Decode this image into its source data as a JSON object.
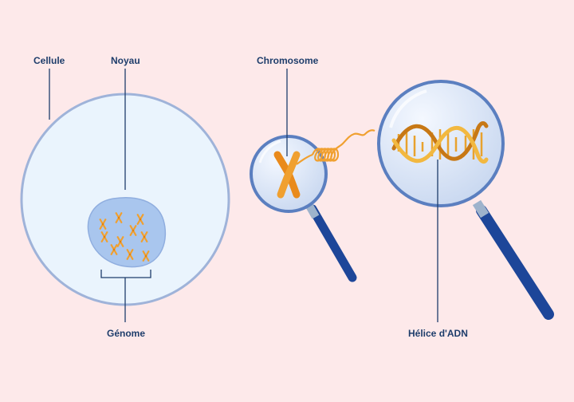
{
  "labels": {
    "cell": "Cellule",
    "nucleus": "Noyau",
    "genome": "Génome",
    "chromosome": "Chromosome",
    "dna_helix": "Hélice d'ADN"
  },
  "colors": {
    "background": "#fde9ea",
    "cell_fill": "#eaf4fd",
    "cell_stroke": "#9fb3d9",
    "nucleus_fill": "#a9c6ee",
    "chromosome": "#f0a030",
    "chromosome_dark": "#e08010",
    "label_line": "#1e3d6b",
    "magnifier_rim": "#5b7fc0",
    "magnifier_handle": "#2a56b5",
    "dna_strand_a": "#c77815",
    "dna_strand_b": "#f2b840"
  },
  "icons": [
    "magnifying-glass-icon",
    "chromosome-icon",
    "dna-helix-icon"
  ]
}
